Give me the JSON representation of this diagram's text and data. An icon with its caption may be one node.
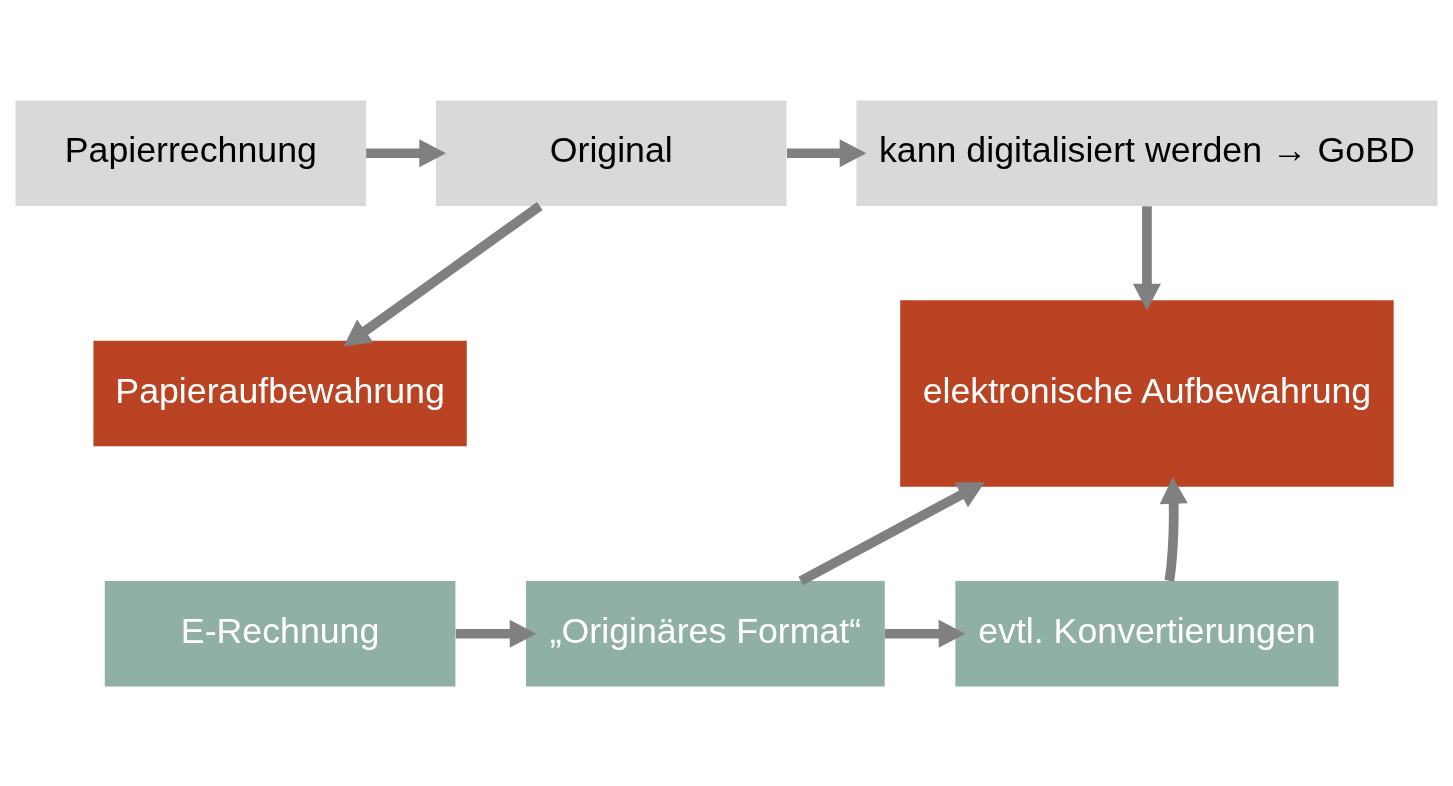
{
  "diagram": {
    "nodes": [
      {
        "text": [
          "Papierrechnung"
        ]
      },
      {
        "text": [
          "Original"
        ]
      },
      {
        "text": [
          "kann digitalisiert werden → GoBD"
        ]
      },
      {
        "text": [
          "Papieraufbewahrung"
        ]
      },
      {
        "text": [
          "elektronische Aufbewahrung"
        ]
      },
      {
        "text": [
          "E-Rechnung"
        ]
      },
      {
        "text": [
          "„Originäres Format“"
        ]
      },
      {
        "text": [
          "evtl. Konvertierungen"
        ]
      }
    ],
    "edges": [
      {
        "from": 0,
        "to": 1,
        "arrow": "to"
      },
      {
        "from": 1,
        "to": 2,
        "arrow": "to"
      },
      {
        "from": 1,
        "to": 3,
        "arrow": "to"
      },
      {
        "from": 2,
        "to": 4,
        "arrow": "to"
      },
      {
        "from": 5,
        "to": 6,
        "arrow": "to"
      },
      {
        "from": 6,
        "to": 7,
        "arrow": "to"
      },
      {
        "from": 6,
        "to": 4,
        "arrow": "to"
      },
      {
        "from": 7,
        "to": 4,
        "arrow": "to"
      }
    ]
  }
}
